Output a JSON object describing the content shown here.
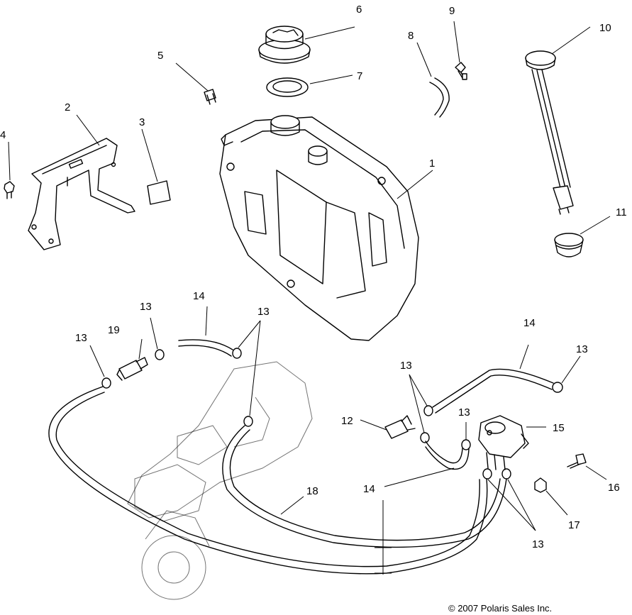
{
  "copyright": "© 2007 Polaris Sales Inc.",
  "callouts": {
    "c1": "1",
    "c2": "2",
    "c3": "3",
    "c4": "4",
    "c5": "5",
    "c6": "6",
    "c7": "7",
    "c8": "8",
    "c9": "9",
    "c10": "10",
    "c11": "11",
    "c12": "12",
    "c13": "13",
    "c14": "14",
    "c15": "15",
    "c16": "16",
    "c17": "17",
    "c18": "18",
    "c19": "19"
  }
}
